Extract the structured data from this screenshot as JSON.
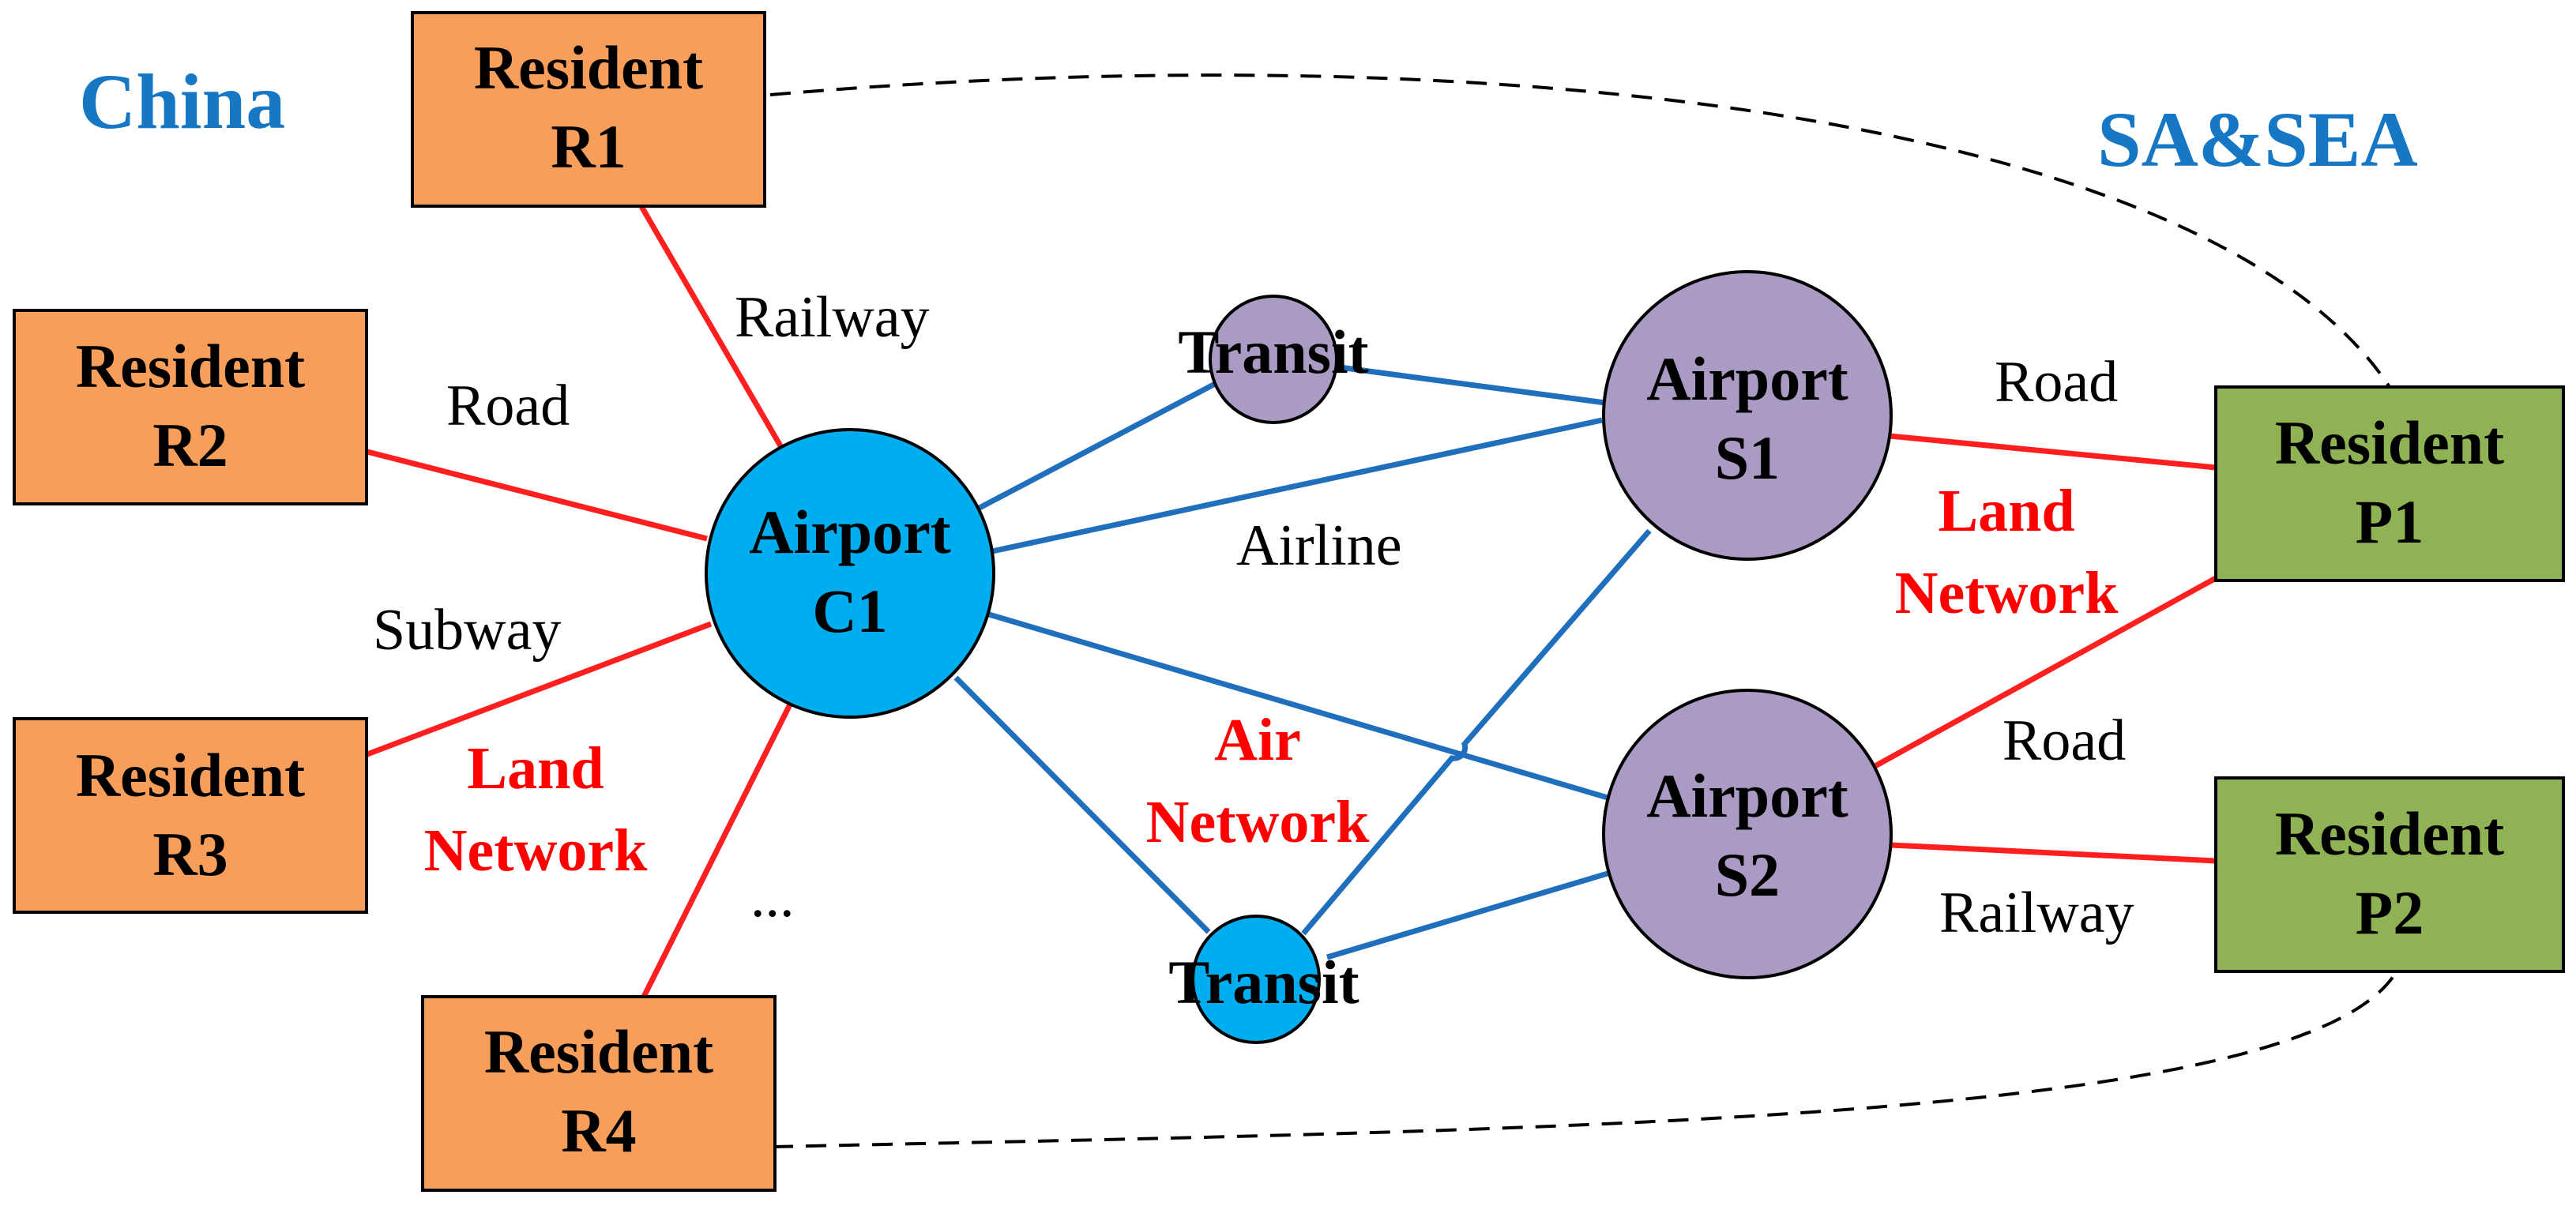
{
  "regions": {
    "china": "China",
    "sasea": "SA&SEA"
  },
  "residents": {
    "r1": [
      "Resident",
      "R1"
    ],
    "r2": [
      "Resident",
      "R2"
    ],
    "r3": [
      "Resident",
      "R3"
    ],
    "r4": [
      "Resident",
      "R4"
    ],
    "p1": [
      "Resident",
      "P1"
    ],
    "p2": [
      "Resident",
      "P2"
    ]
  },
  "airports": {
    "c1": [
      "Airport",
      "C1"
    ],
    "s1": [
      "Airport",
      "S1"
    ],
    "s2": [
      "Airport",
      "S2"
    ]
  },
  "transits": {
    "top": "Transit",
    "bottom": "Transit"
  },
  "edge_labels": {
    "railway_r1": "Railway",
    "road_r2": "Road",
    "subway_r3": "Subway",
    "ellipsis": "...",
    "airline": "Airline",
    "road_p1": "Road",
    "road_p2": "Road",
    "railway_p2": "Railway"
  },
  "network_labels": {
    "land_china": [
      "Land",
      "Network"
    ],
    "air": [
      "Air",
      "Network"
    ],
    "land_sasea": [
      "Land",
      "Network"
    ]
  },
  "colors": {
    "china_resident": "#f79e5a",
    "sasea_resident": "#8fb255",
    "china_airport": "#00adee",
    "sasea_airport": "#a99bc3",
    "land_link": "#ff1f1f",
    "air_link": "#1f6fbd",
    "region_text": "#1677c4"
  }
}
